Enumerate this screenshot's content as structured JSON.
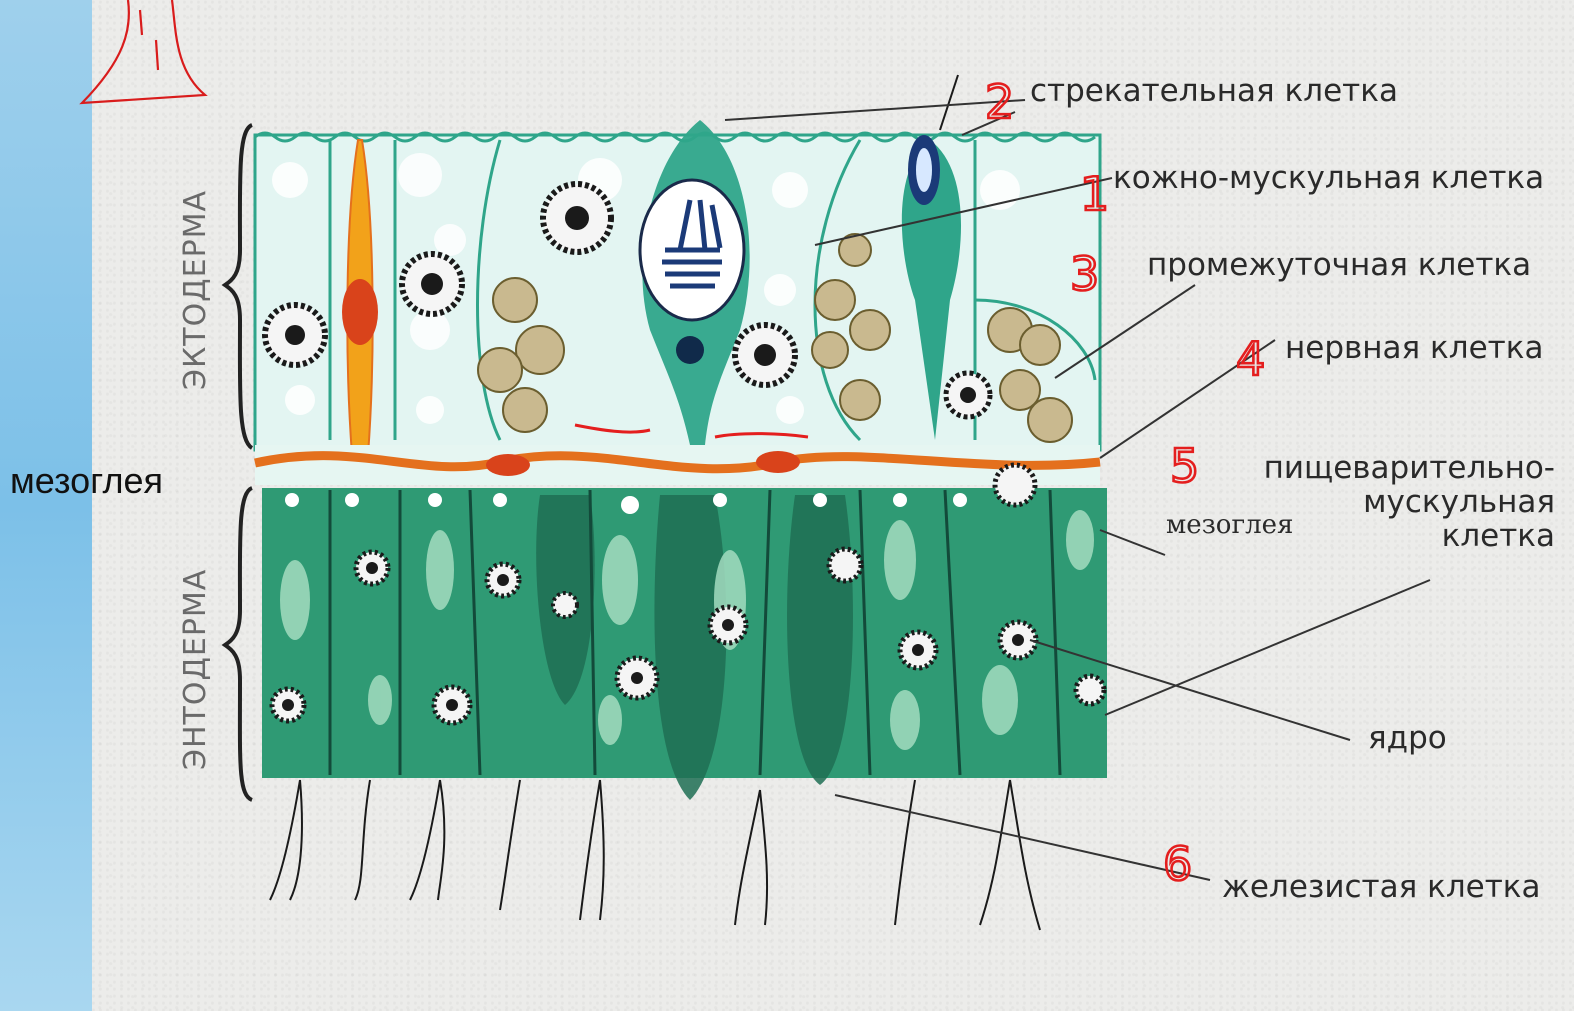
{
  "side_label": "мезоглея",
  "layers": {
    "ectoderm": "ЭКТОДЕРМА",
    "endoderm": "ЭНТОДЕРМА"
  },
  "labels": {
    "stinging": "стрекательная клетка",
    "skin_muscle": "кожно-мускульная клетка",
    "intermediate": "промежуточная клетка",
    "nerve": "нервная клетка",
    "digestive_1": "пищеварительно-",
    "digestive_2": "мускульная",
    "digestive_3": "клетка",
    "mesoglea": "мезоглея",
    "nucleus": "ядро",
    "glandular": "железистая клетка"
  },
  "handwritten_numbers": [
    "1",
    "2",
    "3",
    "4",
    "5",
    "6"
  ],
  "colors": {
    "ectoderm_cell": "#dff3f0",
    "cell_outline": "#2fa58a",
    "nerve_orange": "#e4701d",
    "endoderm_green": "#2f9a74",
    "endoderm_dark": "#1b5e49",
    "annotation_red": "#e41e1e"
  }
}
